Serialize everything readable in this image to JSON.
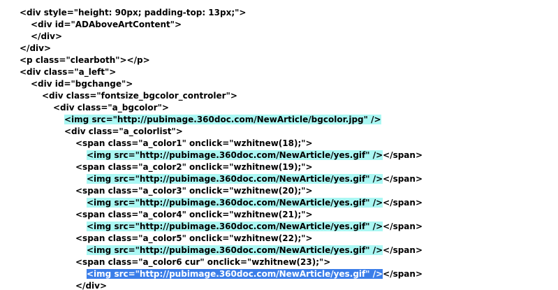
{
  "editor": {
    "background": "#ffffff",
    "text_color": "#000000",
    "highlight_color": "#aaf7f3",
    "selection_color": "#3b7ee9",
    "selection_text_color": "#ffffff",
    "lines": [
      {
        "indent": 0,
        "segments": [
          {
            "text": "<div style=\"height: 90px; padding-top: 13px;\">",
            "style": "plain"
          }
        ]
      },
      {
        "indent": 1,
        "segments": [
          {
            "text": "<div id=\"ADAboveArtContent\">",
            "style": "plain"
          }
        ]
      },
      {
        "indent": 1,
        "segments": [
          {
            "text": "</div>",
            "style": "plain"
          }
        ]
      },
      {
        "indent": 0,
        "segments": [
          {
            "text": "</div>",
            "style": "plain"
          }
        ]
      },
      {
        "indent": 0,
        "segments": [
          {
            "text": "<p class=\"clearboth\"></p>",
            "style": "plain"
          }
        ]
      },
      {
        "indent": 0,
        "segments": [
          {
            "text": "<div class=\"a_left\">",
            "style": "plain"
          }
        ]
      },
      {
        "indent": 1,
        "segments": [
          {
            "text": "<div id=\"bgchange\">",
            "style": "plain"
          }
        ]
      },
      {
        "indent": 2,
        "segments": [
          {
            "text": "<div class=\"fontsize_bgcolor_controler\">",
            "style": "plain"
          }
        ]
      },
      {
        "indent": 3,
        "segments": [
          {
            "text": "<div class=\"a_bgcolor\">",
            "style": "plain"
          }
        ]
      },
      {
        "indent": 4,
        "segments": [
          {
            "text": "<img src=\"http://pubimage.360doc.com/NewArticle/bgcolor.jpg\" />",
            "style": "highlight"
          }
        ]
      },
      {
        "indent": 4,
        "segments": [
          {
            "text": "<div class=\"a_colorlist\">",
            "style": "plain"
          }
        ]
      },
      {
        "indent": 5,
        "segments": [
          {
            "text": "<span class=\"a_color1\" onclick=\"wzhitnew(18);\">",
            "style": "plain"
          }
        ]
      },
      {
        "indent": 6,
        "segments": [
          {
            "text": "<img src=\"http://pubimage.360doc.com/NewArticle/yes.gif\" />",
            "style": "highlight"
          },
          {
            "text": "</span>",
            "style": "plain"
          }
        ]
      },
      {
        "indent": 5,
        "segments": [
          {
            "text": "<span class=\"a_color2\" onclick=\"wzhitnew(19);\">",
            "style": "plain"
          }
        ]
      },
      {
        "indent": 6,
        "segments": [
          {
            "text": "<img src=\"http://pubimage.360doc.com/NewArticle/yes.gif\" />",
            "style": "highlight"
          },
          {
            "text": "</span>",
            "style": "plain"
          }
        ]
      },
      {
        "indent": 5,
        "segments": [
          {
            "text": "<span class=\"a_color3\" onclick=\"wzhitnew(20);\">",
            "style": "plain"
          }
        ]
      },
      {
        "indent": 6,
        "segments": [
          {
            "text": "<img src=\"http://pubimage.360doc.com/NewArticle/yes.gif\" />",
            "style": "highlight"
          },
          {
            "text": "</span>",
            "style": "plain"
          }
        ]
      },
      {
        "indent": 5,
        "segments": [
          {
            "text": "<span class=\"a_color4\" onclick=\"wzhitnew(21);\">",
            "style": "plain"
          }
        ]
      },
      {
        "indent": 6,
        "segments": [
          {
            "text": "<img src=\"http://pubimage.360doc.com/NewArticle/yes.gif\" />",
            "style": "highlight"
          },
          {
            "text": "</span>",
            "style": "plain"
          }
        ]
      },
      {
        "indent": 5,
        "segments": [
          {
            "text": "<span class=\"a_color5\" onclick=\"wzhitnew(22);\">",
            "style": "plain"
          }
        ]
      },
      {
        "indent": 6,
        "segments": [
          {
            "text": "<img src=\"http://pubimage.360doc.com/NewArticle/yes.gif\" />",
            "style": "highlight"
          },
          {
            "text": "</span>",
            "style": "plain"
          }
        ]
      },
      {
        "indent": 5,
        "segments": [
          {
            "text": "<span class=\"a_color6 cur\" onclick=\"wzhitnew(23);\">",
            "style": "plain"
          }
        ]
      },
      {
        "indent": 6,
        "segments": [
          {
            "text": "<img src=\"http://pubimage.360doc.com/NewArticle/yes.gif\" />",
            "style": "selected"
          },
          {
            "text": "</span>",
            "style": "plain"
          }
        ]
      },
      {
        "indent": 5,
        "segments": [
          {
            "text": "</div>",
            "style": "plain"
          }
        ]
      }
    ]
  }
}
